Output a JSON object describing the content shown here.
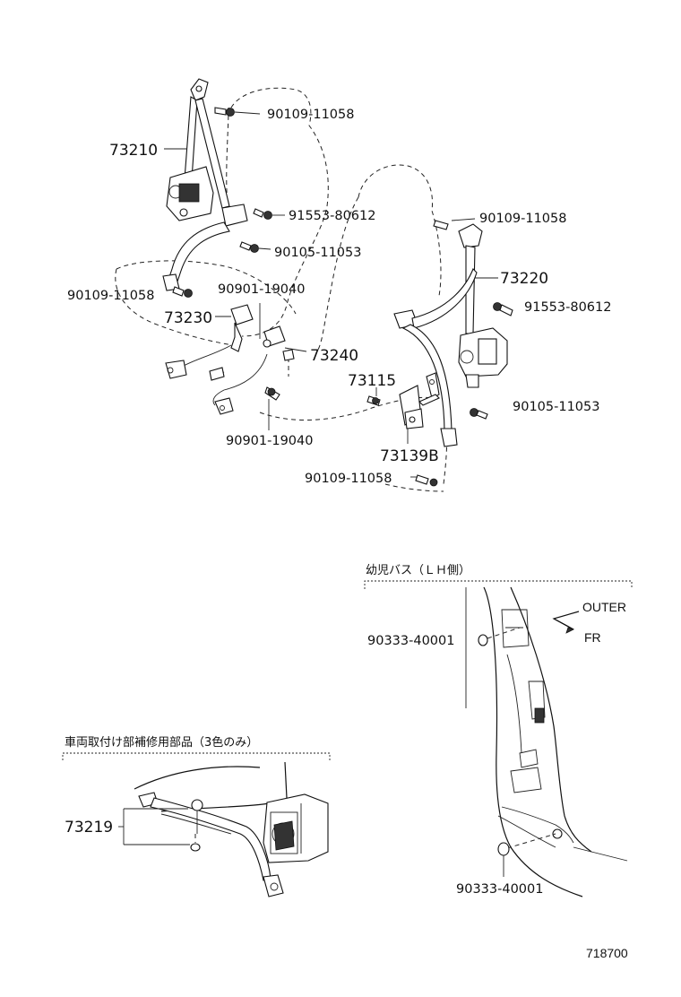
{
  "labels": {
    "p73210": "73210",
    "p90109_a": "90109-11058",
    "p91553_a": "91553-80612",
    "p90105_a": "90105-11053",
    "p90109_b": "90109-11058",
    "p90901_a": "90901-19040",
    "p73230": "73230",
    "p73240": "73240",
    "p90901_b": "90901-19040",
    "p90109_c": "90109-11058",
    "p73220": "73220",
    "p91553_b": "91553-80612",
    "p73115": "73115",
    "p90105_b": "90105-11053",
    "p73139B": "73139B",
    "p90109_d": "90109-11058",
    "p90333_a": "90333-40001",
    "p90333_b": "90333-40001",
    "p73219": "73219"
  },
  "sections": {
    "kindergarten_bus": "幼児バス（ＬＨ側）",
    "repair_parts": "車両取付け部補修用部品（3色のみ）"
  },
  "direction": {
    "outer": "OUTER",
    "fr": "FR"
  },
  "diagram_id": "718700"
}
